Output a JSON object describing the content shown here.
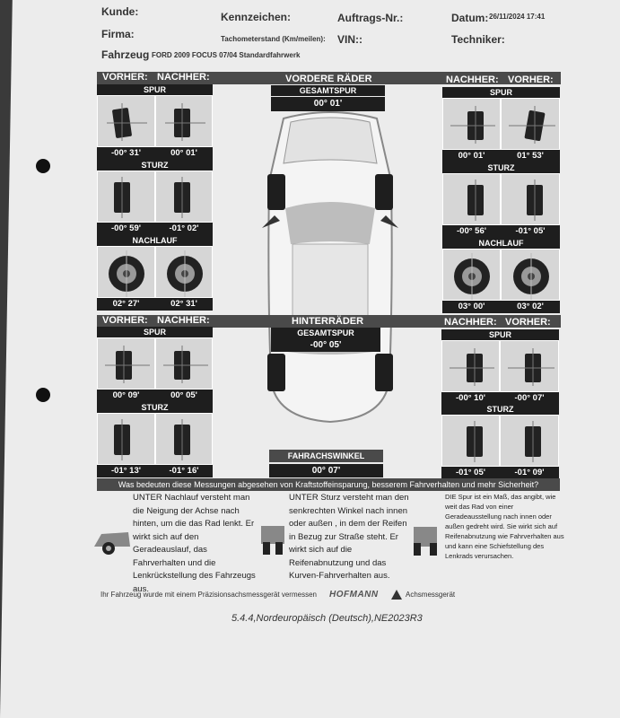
{
  "header": {
    "kunde": "Kunde:",
    "kennzeichen": "Kennzeichen:",
    "auftrags": "Auftrags-Nr.:",
    "datum_label": "Datum:",
    "datum_value": "26/11/2024 17:41",
    "firma": "Firma:",
    "tacho": "Tachometerstand (Km/meilen):",
    "vin": "VIN::",
    "techniker": "Techniker:",
    "fahrzeug_label": "Fahrzeug",
    "fahrzeug_value": "FORD 2009 FOCUS 07/04 Standardfahrwerk"
  },
  "labels": {
    "vorher": "VORHER:",
    "nachher": "NACHHER:",
    "spur": "SPUR",
    "sturz": "STURZ",
    "nachlauf": "NACHLAUF",
    "vordere": "VORDERE RÄDER",
    "hintere": "HINTERRÄDER",
    "gesamtspur": "GESAMTSPUR",
    "fahrachs": "FAHRACHSWINKEL"
  },
  "front_left": {
    "spur_vorher": "-00° 31'",
    "spur_nachher": "00° 01'",
    "sturz_vorher": "-00° 59'",
    "sturz_nachher": "-01° 02'",
    "nachlauf_vorher": "02° 27'",
    "nachlauf_nachher": "02° 31'"
  },
  "front_right": {
    "spur_nachher": "00° 01'",
    "spur_vorher": "01° 53'",
    "sturz_nachher": "-00° 56'",
    "sturz_vorher": "-01° 05'",
    "nachlauf_nachher": "03° 00'",
    "nachlauf_vorher": "03° 02'"
  },
  "front_total_toe": "00° 01'",
  "rear_left": {
    "spur_vorher": "00° 09'",
    "spur_nachher": "00° 05'",
    "sturz_vorher": "-01° 13'",
    "sturz_nachher": "-01° 16'"
  },
  "rear_right": {
    "spur_nachher": "-00° 10'",
    "spur_vorher": "-00° 07'",
    "sturz_nachher": "-01° 05'",
    "sturz_vorher": "-01° 09'"
  },
  "rear_total_toe": "-00° 05'",
  "thrust_angle": "00° 07'",
  "question": "Was bedeuten diese Messungen abgesehen von Kraftstoffeinsparung, besserem Fahrverhalten und mehr Sicherheit?",
  "desc_nachlauf": "UNTER Nachlauf versteht man die Neigung der Achse nach hinten, um die das Rad lenkt. Er wirkt sich auf den Geradeauslauf, das Fahrverhalten und die Lenkrückstellung des Fahrzeugs aus.",
  "desc_sturz": "UNTER Sturz versteht man den senkrechten Winkel nach innen oder außen , in dem der Reifen in Bezug zur Straße steht. Er wirkt sich auf die Reifenabnutzung und das Kurven-Fahrverhalten aus.",
  "desc_spur": "DIE Spur ist ein Maß, das angibt, wie weit das Rad von einer Geradeausstellung nach innen oder außen gedreht wird. Sie wirkt sich auf Reifenabnutzung wie Fahrverhalten aus und kann eine Schiefstellung des Lenkrads verursachen.",
  "footer_measured": "Ihr Fahrzeug wurde mit einem Präzisionsachsmessgerät vermessen",
  "footer_brand": "HOFMANN",
  "footer_device": "Achsmessgerät",
  "version": "5.4.4,Nordeuropäisch (Deutsch),NE2023R3"
}
